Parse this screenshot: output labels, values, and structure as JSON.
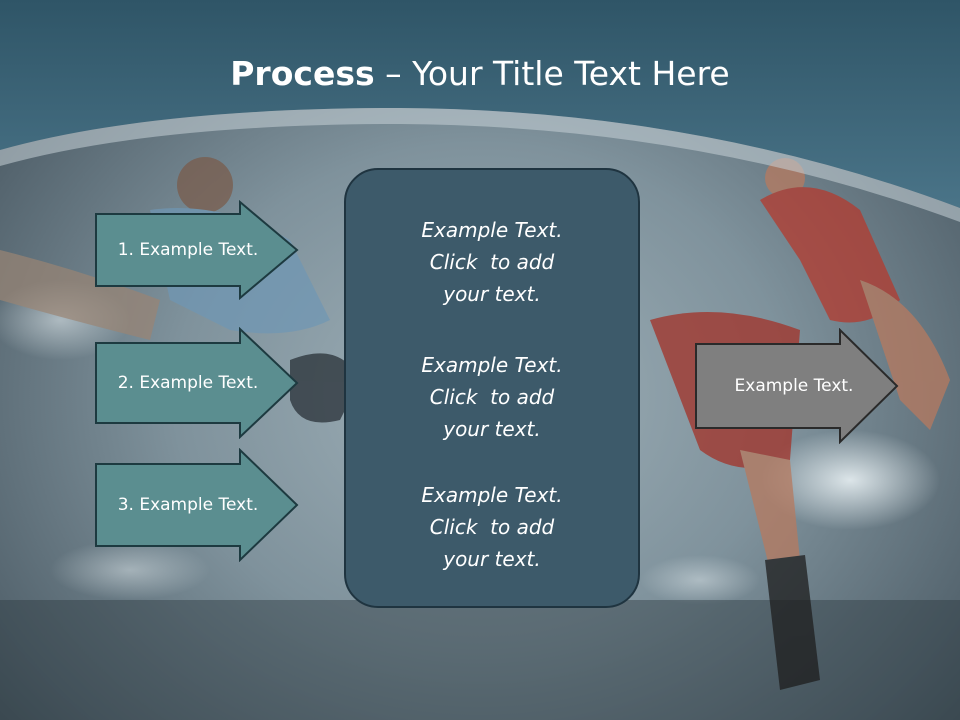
{
  "slide": {
    "title_bold": "Process",
    "title_rest": " – Your Title Text Here"
  },
  "steps": [
    {
      "label": "1. Example Text."
    },
    {
      "label": "2. Example Text."
    },
    {
      "label": "3. Example Text."
    }
  ],
  "center_box": {
    "paragraphs": [
      {
        "line1": "Example Text.",
        "line2": "Click  to add",
        "line3": "your text."
      },
      {
        "line1": "Example Text.",
        "line2": "Click  to add",
        "line3": "your text."
      },
      {
        "line1": "Example Text.",
        "line2": "Click  to add",
        "line3": "your text."
      }
    ]
  },
  "output": {
    "label": "Example Text."
  },
  "colors": {
    "header": "#3f6b81",
    "step_fill": "#5b8e90",
    "center_fill": "#3d5a6a",
    "output_fill": "#7f7f7f",
    "text": "#ffffff"
  }
}
